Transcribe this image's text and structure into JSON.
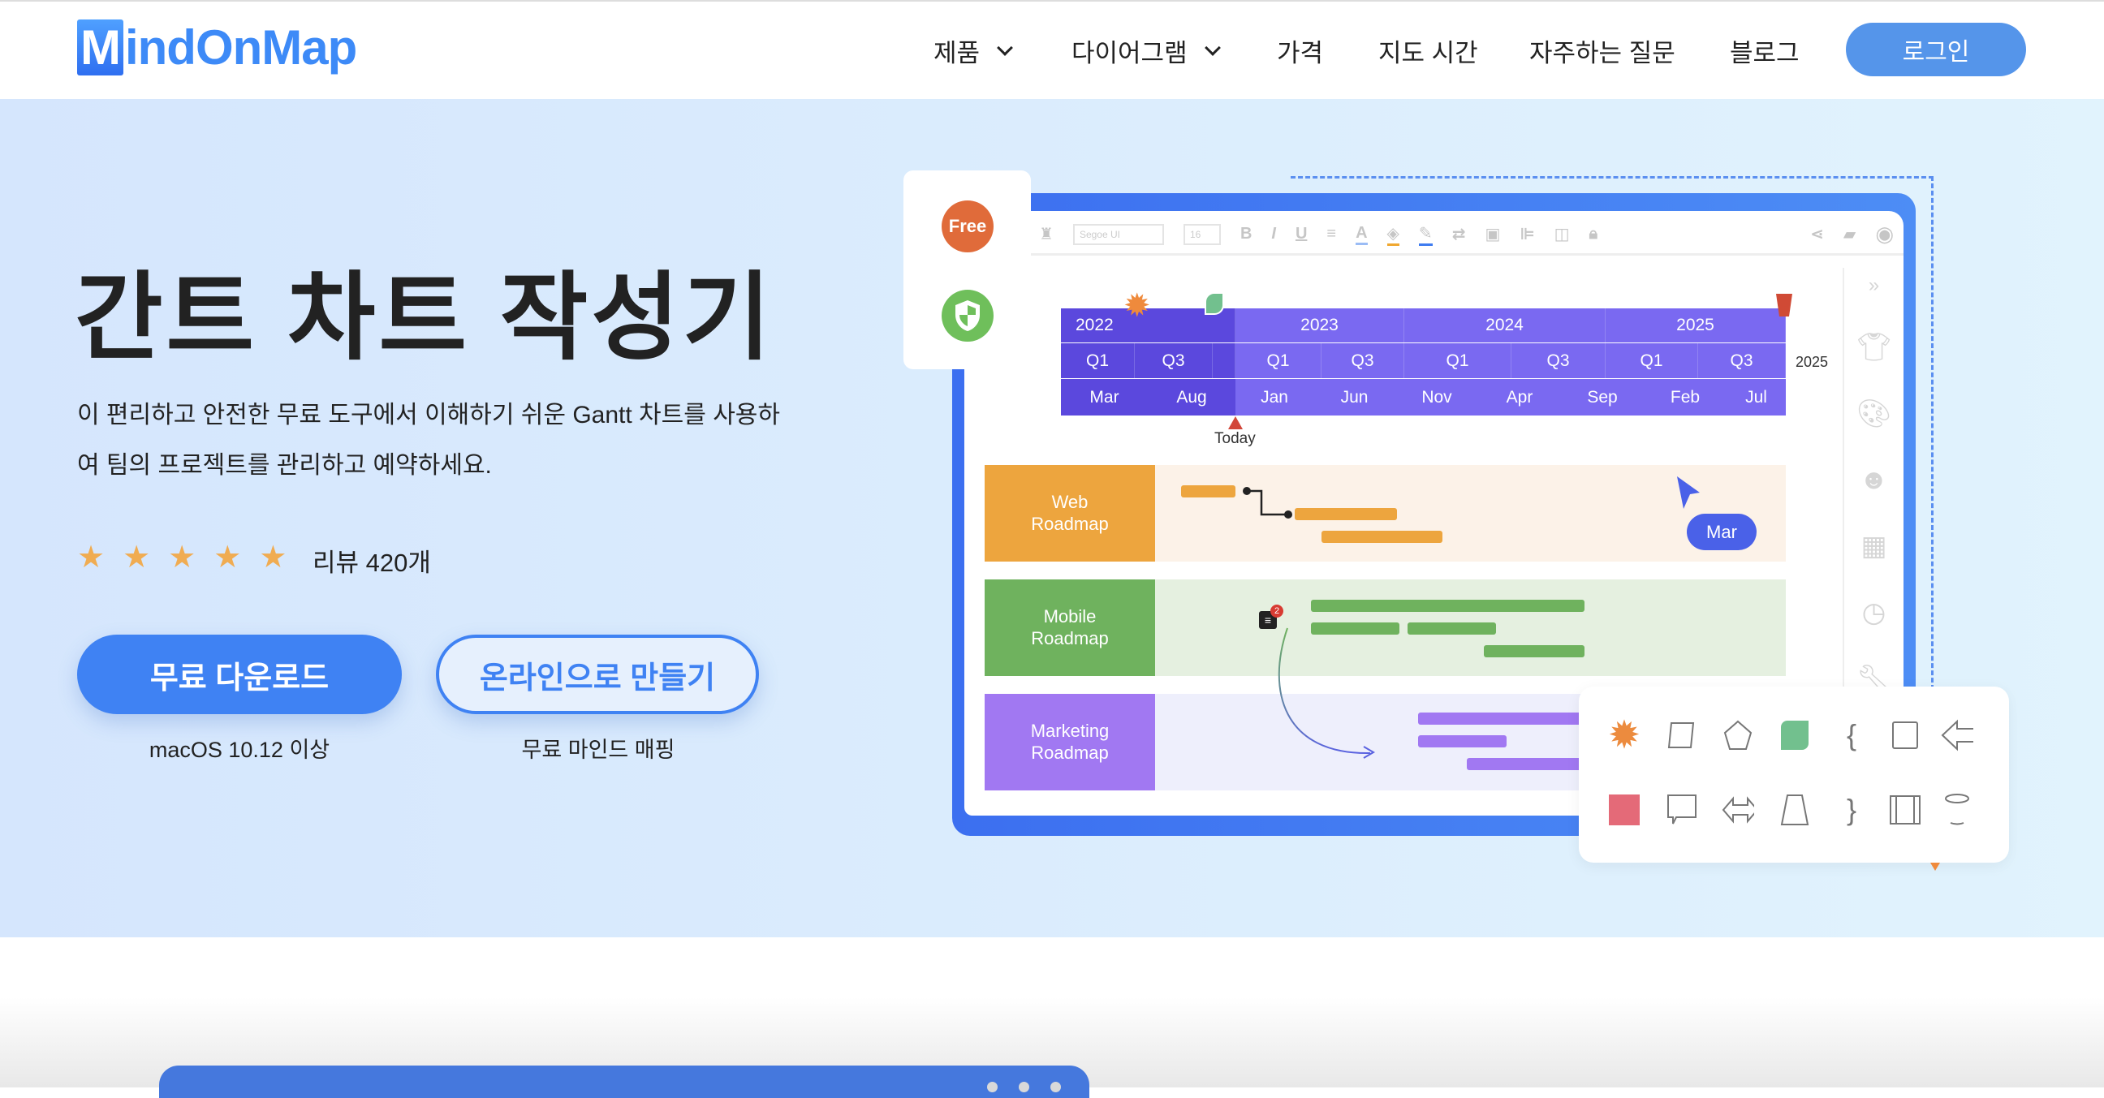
{
  "header": {
    "logo": {
      "m": "M",
      "rest": "indOnMap"
    },
    "nav": [
      {
        "label": "제품",
        "dropdown": true
      },
      {
        "label": "다이어그램",
        "dropdown": true
      },
      {
        "label": "가격"
      },
      {
        "label": "지도 시간"
      },
      {
        "label": "자주하는 질문"
      },
      {
        "label": "블로그"
      }
    ],
    "login_label": "로그인"
  },
  "hero": {
    "title": "간트 차트 작성기",
    "description_line1": "이 편리하고 안전한 무료 도구에서 이해하기 쉬운 Gantt 차트를 사용하",
    "description_line2": "여 팀의 프로젝트를 관리하고 예약하세요.",
    "rating": 5,
    "reviews": "리뷰 420개",
    "download_label": "무료 다운로드",
    "download_sub": "macOS 10.12 이상",
    "online_label": "온라인으로 만들기",
    "online_sub": "무료 마인드 매핑"
  },
  "illustration": {
    "free_badge": "Free",
    "toolbar": {
      "font": "Segoe UI",
      "size": "16"
    },
    "years": [
      "2022",
      "2023",
      "2024",
      "2025"
    ],
    "quarters": [
      "Q1",
      "Q3",
      "",
      "Q1",
      "Q3",
      "Q1",
      "Q3",
      "Q1",
      "Q3"
    ],
    "months": [
      "Mar",
      "Aug",
      "Jan",
      "Jun",
      "Nov",
      "Apr",
      "Sep",
      "Feb",
      "Jul"
    ],
    "side_year": "2025",
    "today_label": "Today",
    "lanes": [
      {
        "label_line1": "Web",
        "label_line2": "Roadmap",
        "color": "#eda53e",
        "bg": "#fcf2e8"
      },
      {
        "label_line1": "Mobile",
        "label_line2": "Roadmap",
        "color": "#6fb25e",
        "bg": "#e5f0e0"
      },
      {
        "label_line1": "Marketing",
        "label_line2": "Roadmap",
        "color": "#a178f2",
        "bg": "#eeeffc"
      }
    ],
    "cursor_label": "Mar",
    "comment_count": "2"
  },
  "colors": {
    "accent": "#3f82f3",
    "login": "#5595ea",
    "gantt_dark": "#5b48dd",
    "gantt_light": "#7a69f1",
    "star": "#f0ac52"
  }
}
